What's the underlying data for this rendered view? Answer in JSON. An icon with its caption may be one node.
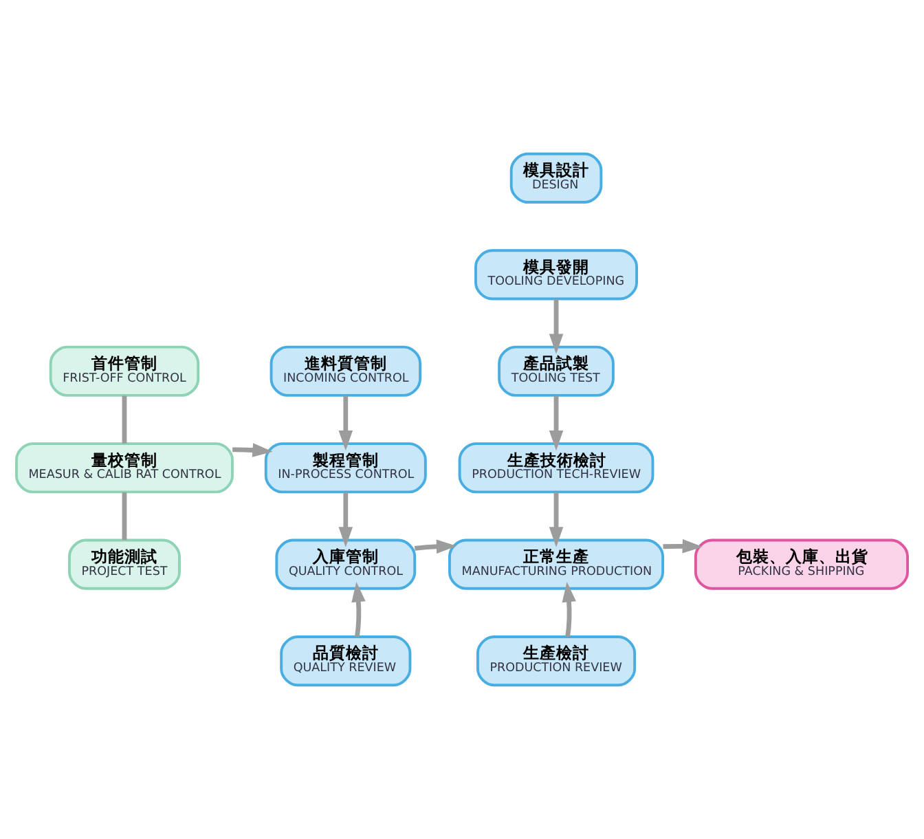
{
  "diagram": {
    "nodes": [
      {
        "text": [
          "模具設計",
          "DESIGN"
        ]
      },
      {
        "text": [
          "模具發開",
          "TOOLING DEVELOPING"
        ]
      },
      {
        "text": [
          "首件管制",
          "FRIST-OFF CONTROL"
        ]
      },
      {
        "text": [
          "進料質管制",
          "INCOMING CONTROL"
        ]
      },
      {
        "text": [
          "產品試製",
          "TOOLING TEST"
        ]
      },
      {
        "text": [
          "量校管制",
          "MEASUR & CALIB RAT CONTROL"
        ]
      },
      {
        "text": [
          "製程管制",
          "IN-PROCESS CONTROL"
        ]
      },
      {
        "text": [
          "生產技術檢討",
          "PRODUCTION TECH-REVIEW"
        ]
      },
      {
        "text": [
          "功能測試",
          "PROJECT TEST"
        ]
      },
      {
        "text": [
          "入庫管制",
          "QUALITY CONTROL"
        ]
      },
      {
        "text": [
          "正常生產",
          "MANUFACTURING PRODUCTION"
        ]
      },
      {
        "text": [
          "包裝、入庫、出貨",
          "PACKING & SHIPPING"
        ]
      },
      {
        "text": [
          "品質檢討",
          "QUALITY REVIEW"
        ]
      },
      {
        "text": [
          "生產檢討",
          "PRODUCTION REVIEW"
        ]
      }
    ],
    "edges": [
      {
        "from": 1,
        "to": 4,
        "arrow": "to"
      },
      {
        "from": 4,
        "to": 7,
        "arrow": "to"
      },
      {
        "from": 7,
        "to": 10,
        "arrow": "to"
      },
      {
        "from": 13,
        "to": 10,
        "arrow": "to"
      },
      {
        "from": 9,
        "to": 10,
        "arrow": "to"
      },
      {
        "from": 10,
        "to": 11,
        "arrow": "to"
      },
      {
        "from": 3,
        "to": 6,
        "arrow": "to"
      },
      {
        "from": 6,
        "to": 9,
        "arrow": "to"
      },
      {
        "from": 12,
        "to": 9,
        "arrow": "to"
      },
      {
        "from": 5,
        "to": 6,
        "arrow": "to"
      },
      {
        "from": 2,
        "to": 5,
        "arrow": "none"
      },
      {
        "from": 5,
        "to": 8,
        "arrow": "none"
      }
    ]
  }
}
